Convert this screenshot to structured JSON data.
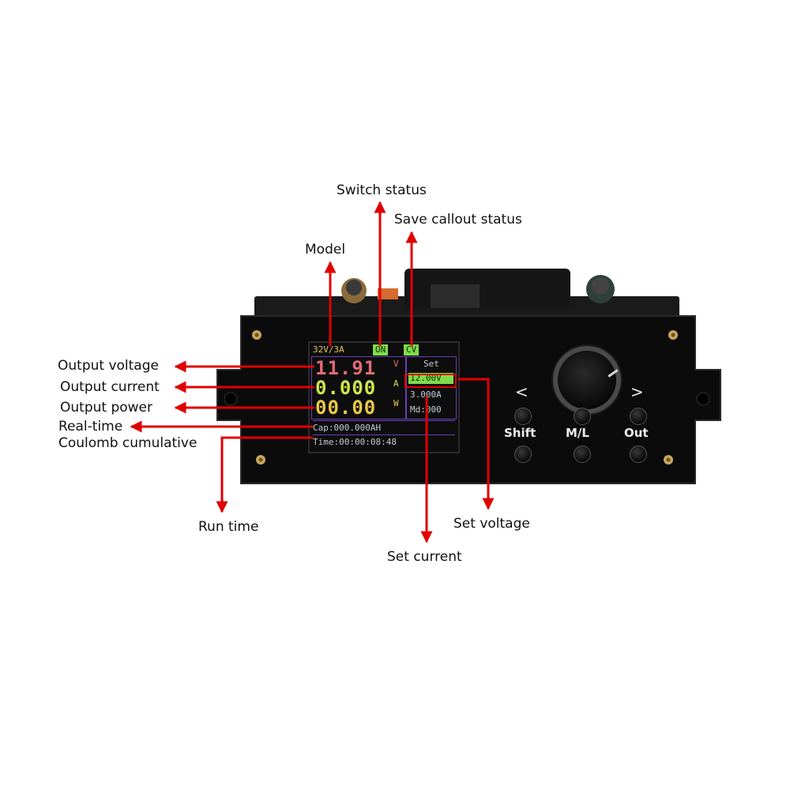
{
  "colors": {
    "arrow": "#e00000",
    "panel": "#0b0b0b",
    "screen_bg": "#0d0d0d",
    "voltage_text": "#e36a75",
    "current_text": "#cde64a",
    "power_text": "#e9c84a",
    "highlight_green": "#7fdc4a",
    "frame_purple": "#6b3fb6"
  },
  "callouts": {
    "switch_status": "Switch status",
    "save_callout_status": "Save callout status",
    "model": "Model",
    "output_voltage": "Output voltage",
    "output_current": "Output current",
    "output_power": "Output power",
    "real_time": "Real-time",
    "coulomb_cumulative": "Coulomb cumulative",
    "run_time": "Run time",
    "set_voltage": "Set voltage",
    "set_current": "Set current"
  },
  "lcd": {
    "model": "32V/3A",
    "switch_status": "ON",
    "save_status": "CV",
    "voltage_value": "11.91",
    "voltage_unit": "V",
    "current_value": "0.000",
    "current_unit": "A",
    "power_value": "00.00",
    "power_unit": "W",
    "set_title": "Set",
    "set_voltage": "12.00V",
    "set_current": "3.000A",
    "memory": "Md:000",
    "capacity": "Cap:000.000AH",
    "time": "Time:00:00:08:48"
  },
  "buttons": {
    "left_chevron": "<",
    "right_chevron": ">",
    "shift_label": "Shift",
    "ml_label": "M/L",
    "out_label": "Out"
  },
  "icons": {
    "knob": "rotary-encoder-knob",
    "arrow": "red-arrow",
    "screw": "screw"
  }
}
